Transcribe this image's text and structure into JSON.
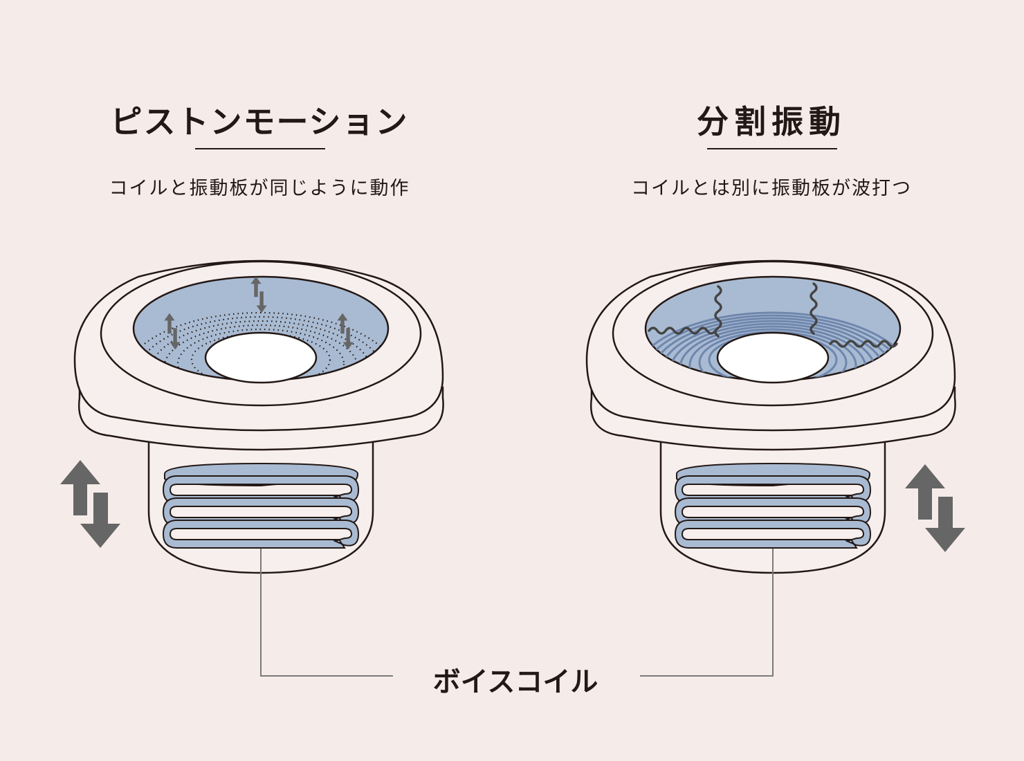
{
  "left_panel": {
    "title": "ピストンモーション",
    "subtitle": "コイルと振動板が同じように動作"
  },
  "right_panel": {
    "title": "分割振動",
    "subtitle": "コイルとは別に振動板が波打つ"
  },
  "coil_label": "ボイスコイル",
  "colors": {
    "background": "#f5ecea",
    "body_fill": "#f7efed",
    "cone_fill": "#a9bbd2",
    "cone_ring": "#6f86ad",
    "outline": "#231815",
    "arrow": "#666666",
    "leader_line": "#7a7a7a"
  }
}
